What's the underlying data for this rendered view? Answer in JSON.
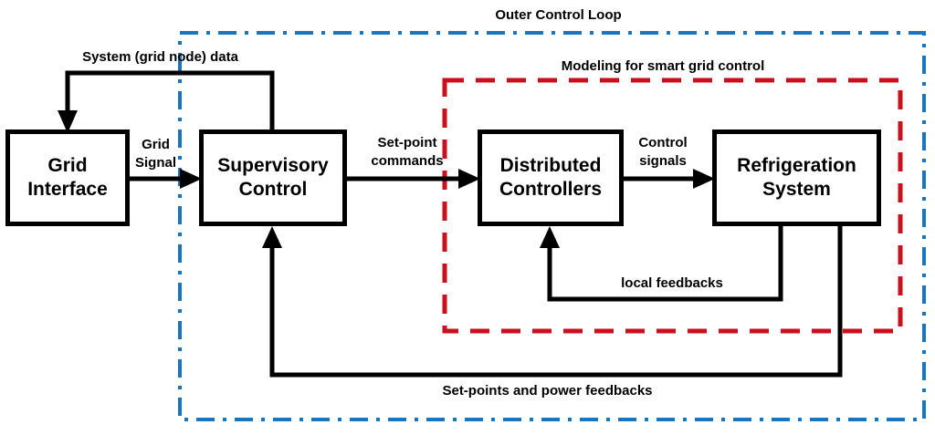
{
  "diagram": {
    "outer_loop_title": "Outer Control Loop",
    "inner_loop_title": "Modeling for smart grid control",
    "boxes": {
      "grid_interface": "Grid Interface",
      "supervisory_control": "Supervisory Control",
      "distributed_controllers": "Distributed Controllers",
      "refrigeration_system": "Refrigeration System"
    },
    "labels": {
      "system_data": "System (grid node) data",
      "grid_signal": "Grid Signal",
      "setpoint_commands": "Set-point commands",
      "control_signals": "Control signals",
      "local_feedbacks": "local feedbacks",
      "setpoints_power_feedbacks": "Set-points and power feedbacks"
    },
    "colors": {
      "outer_loop": "#1b75bc",
      "inner_loop": "#c8101e",
      "signal_line": "#000000"
    }
  }
}
